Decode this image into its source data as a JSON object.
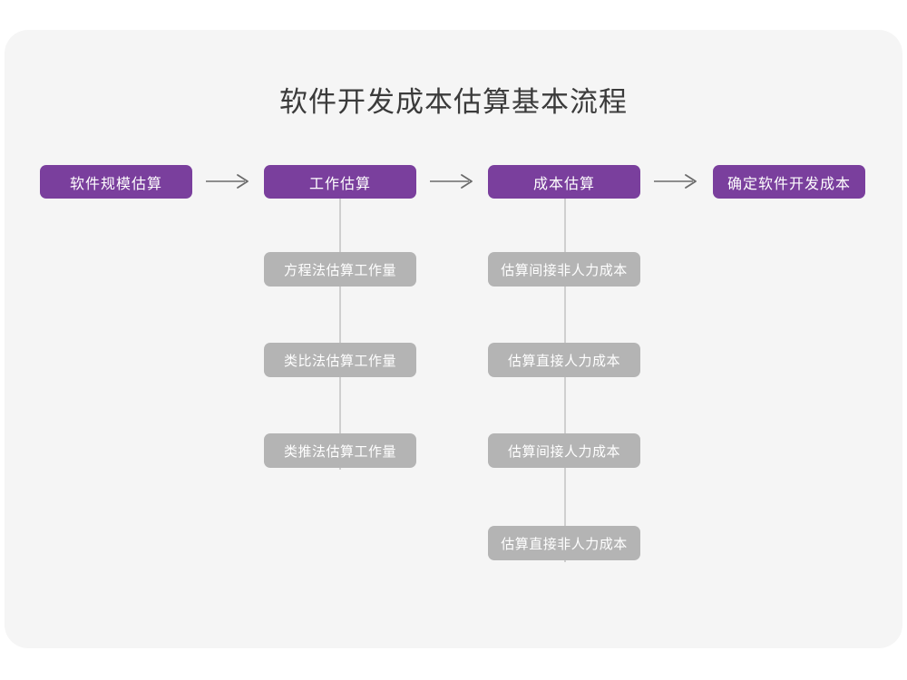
{
  "theme": {
    "page_background": "#ffffff",
    "card_background": "#f5f5f5",
    "primary_node_color": "#7a3f9d",
    "secondary_node_color": "#b4b4b4",
    "connector_color": "#cfcfcf",
    "title_color": "#3b3b3b",
    "node_text_color": "#ffffff"
  },
  "diagram": {
    "title": "软件开发成本估算基本流程",
    "type": "flowchart",
    "stages": [
      {
        "id": "stage-1",
        "label": "软件规模估算",
        "level": "primary",
        "substeps": []
      },
      {
        "id": "stage-2",
        "label": "工作估算",
        "level": "primary",
        "substeps": [
          {
            "id": "stage-2-sub-1",
            "label": "方程法估算工作量"
          },
          {
            "id": "stage-2-sub-2",
            "label": "类比法估算工作量"
          },
          {
            "id": "stage-2-sub-3",
            "label": "类推法估算工作量"
          }
        ]
      },
      {
        "id": "stage-3",
        "label": "成本估算",
        "level": "primary",
        "substeps": [
          {
            "id": "stage-3-sub-1",
            "label": "估算间接非人力成本"
          },
          {
            "id": "stage-3-sub-2",
            "label": "估算直接人力成本"
          },
          {
            "id": "stage-3-sub-3",
            "label": "估算间接人力成本"
          },
          {
            "id": "stage-3-sub-4",
            "label": "估算直接非人力成本"
          }
        ]
      },
      {
        "id": "stage-4",
        "label": "确定软件开发成本",
        "level": "primary",
        "substeps": []
      }
    ],
    "connectors": [
      {
        "id": "arrow-1",
        "from": "stage-1",
        "to": "stage-2",
        "glyph": "right-arrow"
      },
      {
        "id": "arrow-2",
        "from": "stage-2",
        "to": "stage-3",
        "glyph": "right-arrow"
      },
      {
        "id": "arrow-3",
        "from": "stage-3",
        "to": "stage-4",
        "glyph": "right-arrow"
      }
    ]
  }
}
